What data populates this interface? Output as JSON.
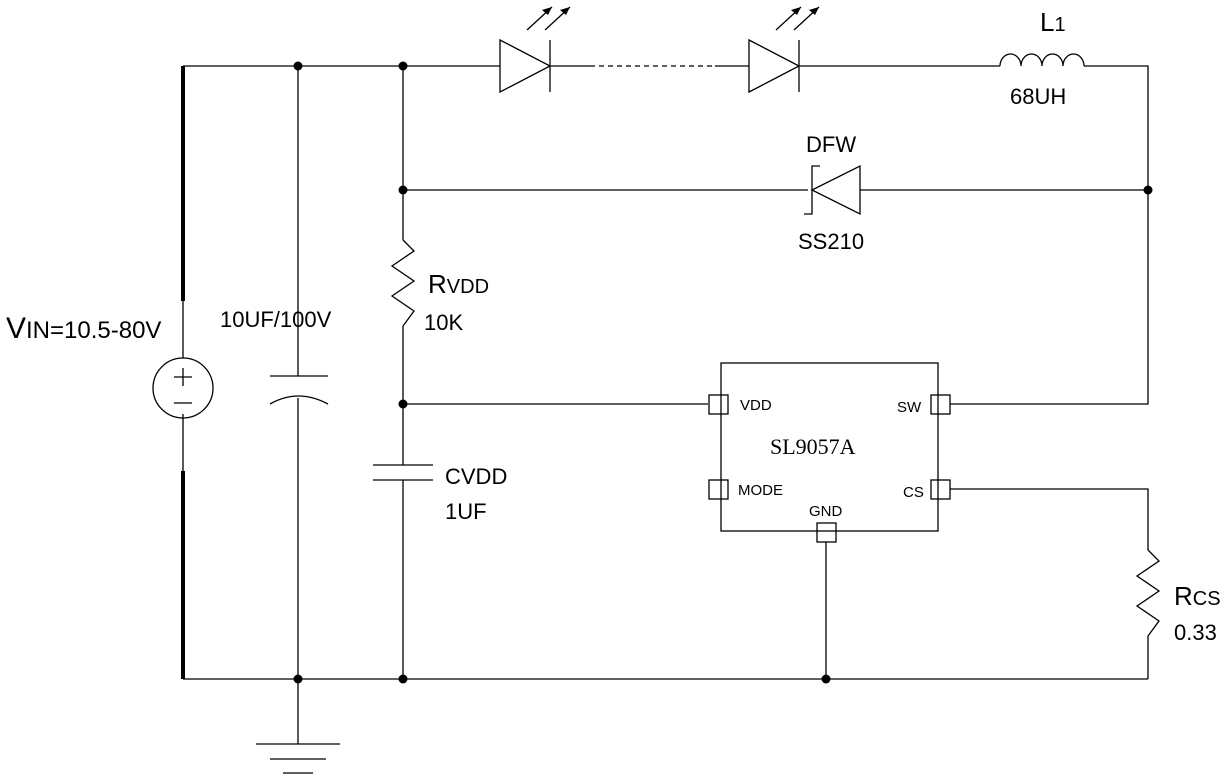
{
  "vin": {
    "main": "V",
    "sub": "IN=10.5-80V"
  },
  "input_capacitor": {
    "value": "10UF/100V"
  },
  "rvdd": {
    "main": "R",
    "sub": "VDD",
    "value": "10K"
  },
  "cvdd": {
    "name": "CVDD",
    "value": "1UF"
  },
  "diode": {
    "name": "DFW",
    "part": "SS210"
  },
  "inductor": {
    "main": "L",
    "sub": "1",
    "value": "68UH"
  },
  "rcs": {
    "main": "R",
    "sub": "CS",
    "value": "0.33"
  },
  "ic": {
    "name": "SL9057A",
    "pins": {
      "vdd": "VDD",
      "mode": "MODE",
      "gnd": "GND",
      "sw": "SW",
      "cs": "CS"
    }
  }
}
